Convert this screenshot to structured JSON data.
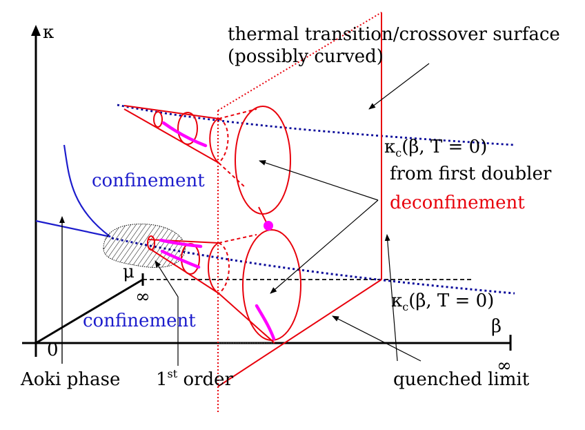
{
  "axes": {
    "kappa": "κ",
    "beta": "β",
    "mu": "μ",
    "origin": "0",
    "beta_infinity": "∞",
    "mu_infinity": "∞"
  },
  "labels": {
    "surface_line1": "thermal transition/crossover surface",
    "surface_line2": "(possibly curved)",
    "kc_upper": "κc(β, T = 0)",
    "kc_lower": "κc(β, T = 0)",
    "first_doubler": "from first doubler",
    "deconfinement": "deconfinement",
    "confinement_upper": "confinement",
    "confinement_lower": "confinement",
    "aoki_phase": "Aoki phase",
    "first_order": "1st order",
    "first_order_base": "1",
    "first_order_sup": "st",
    "first_order_rest": " order",
    "quenched_limit": "quenched limit"
  },
  "colors": {
    "red": "#e8000b",
    "blue": "#1c1ccc",
    "dark_blue": "#0a0a9a",
    "magenta": "#ff00ff",
    "black": "#000000"
  }
}
